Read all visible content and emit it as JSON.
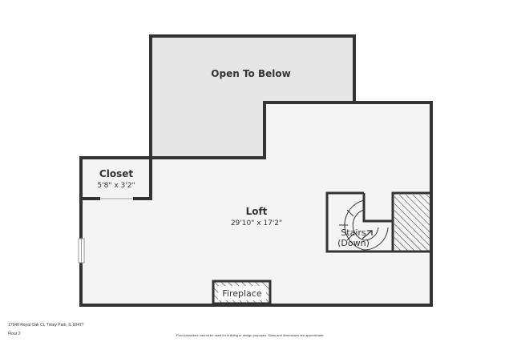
{
  "rooms": {
    "open_to_below": {
      "name": "Open To Below"
    },
    "closet": {
      "name": "Closet",
      "dims": "5'8\" x 3'2\""
    },
    "loft": {
      "name": "Loft",
      "dims": "29'10\" x 17'2\""
    },
    "stairs": {
      "line1": "Stairs",
      "line2": "(Down)"
    },
    "fireplace": {
      "name": "Fireplace"
    }
  },
  "footer": {
    "address": "17940 Royal Oak Ct, Tinley Park, IL 60477",
    "floor": "Floor 2",
    "disclaimer": "Floor plans/tour cannot be used for building or design purposes. Sizes and dimensions are approximate."
  },
  "colors": {
    "wall": "#333333",
    "open_to_below_fill": "#e6e6e6",
    "floor_fill": "#f4f4f4"
  }
}
